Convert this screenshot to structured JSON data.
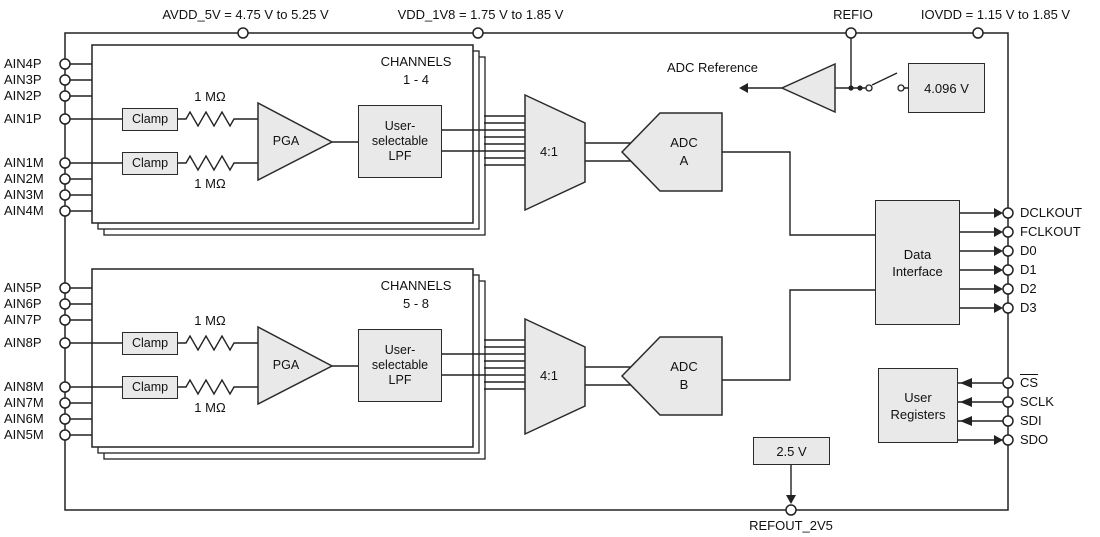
{
  "colors": {
    "background": "#ffffff",
    "block_fill": "#e9e9e9",
    "line": "#222222"
  },
  "top_pins": [
    {
      "label": "AVDD_5V = 4.75 V to 5.25 V"
    },
    {
      "label": "VDD_1V8 = 1.75 V to 1.85 V"
    },
    {
      "label": "REFIO"
    },
    {
      "label": "IOVDD = 1.15 V to 1.85 V"
    }
  ],
  "left_pins": [
    "AIN4P",
    "AIN3P",
    "AIN2P",
    "AIN1P",
    "AIN1M",
    "AIN2M",
    "AIN3M",
    "AIN4M",
    "AIN5P",
    "AIN6P",
    "AIN7P",
    "AIN8P",
    "AIN8M",
    "AIN7M",
    "AIN6M",
    "AIN5M"
  ],
  "right_pins": {
    "data_outputs": [
      "DCLKOUT",
      "FCLKOUT",
      "D0",
      "D1",
      "D2",
      "D3"
    ],
    "spi": [
      "CS",
      "SCLK",
      "SDI",
      "SDO"
    ]
  },
  "bottom_pin": {
    "label": "REFOUT_2V5"
  },
  "blocks": {
    "channels_1_4": {
      "title": "CHANNELS",
      "range": "1 - 4"
    },
    "channels_5_8": {
      "title": "CHANNELS",
      "range": "5 - 8"
    },
    "clamp": "Clamp",
    "input_resistor": "1 MΩ",
    "pga": "PGA",
    "lpf": "User-selectable LPF",
    "mux": "4:1",
    "adc_a": "ADC A",
    "adc_b": "ADC B",
    "adc_reference": "ADC Reference",
    "reference_voltage": "4.096 V",
    "data_interface": "Data Interface",
    "user_registers": "User Registers",
    "refout_voltage": "2.5 V"
  }
}
